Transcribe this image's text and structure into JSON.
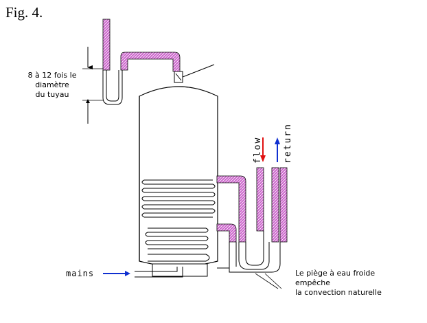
{
  "figure": {
    "label": "Fig. 4."
  },
  "annotations": {
    "pipe_rule": [
      "8 à 12 fois le",
      "diamètre",
      "du tuyau"
    ],
    "mains": "mains",
    "flow": "flow",
    "return": "return",
    "trap_note": [
      "Le piège à eau froide",
      "empêche",
      "la convection naturelle"
    ]
  },
  "colors": {
    "pipe_fill": "#cc66cc",
    "flow_arrow": "#e01010",
    "return_arrow": "#1030d0",
    "mains_arrow": "#1030d0",
    "line": "#000000"
  }
}
